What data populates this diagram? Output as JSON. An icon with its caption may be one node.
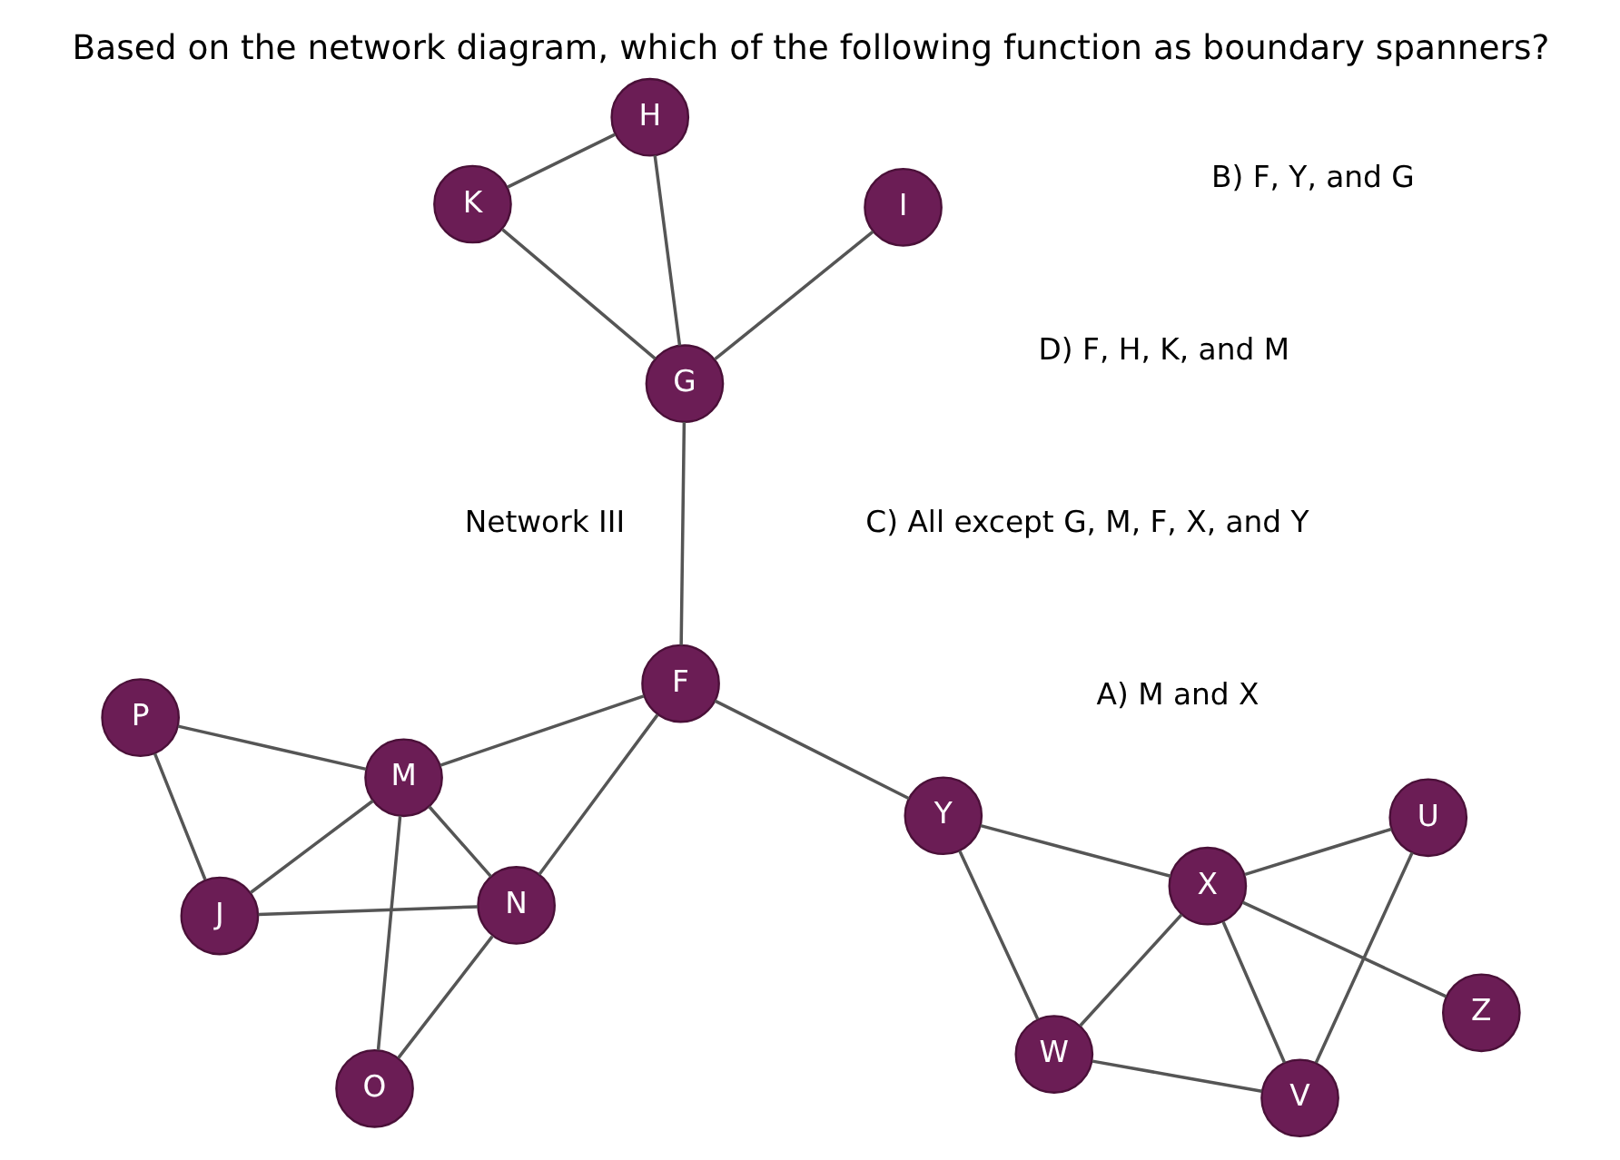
{
  "diagram": {
    "title": "Based on the network diagram, which of the following function as boundary spanners?",
    "nodes": [
      {
        "text": [
          "P"
        ]
      },
      {
        "text": [
          "Z"
        ]
      },
      {
        "text": [
          "J"
        ]
      },
      {
        "text": [
          "F"
        ]
      },
      {
        "text": [
          "Y"
        ]
      },
      {
        "text": [
          "U"
        ]
      },
      {
        "text": [
          "M"
        ]
      },
      {
        "text": [
          "X"
        ]
      },
      {
        "text": [
          "N"
        ]
      },
      {
        "text": [
          "O"
        ]
      },
      {
        "text": [
          "W"
        ]
      },
      {
        "text": [
          "V"
        ]
      },
      {
        "text": [
          "G"
        ]
      },
      {
        "text": [
          "H"
        ]
      },
      {
        "text": [
          "K"
        ]
      },
      {
        "text": [
          "I"
        ]
      }
    ],
    "edges": [
      {
        "from": 2,
        "to": 0,
        "arrow": "none"
      },
      {
        "from": 0,
        "to": 6,
        "arrow": "none"
      },
      {
        "from": 2,
        "to": 6,
        "arrow": "none"
      },
      {
        "from": 6,
        "to": 3,
        "arrow": "none"
      },
      {
        "from": 2,
        "to": 8,
        "arrow": "none"
      },
      {
        "from": 6,
        "to": 8,
        "arrow": "none"
      },
      {
        "from": 6,
        "to": 9,
        "arrow": "none"
      },
      {
        "from": 8,
        "to": 9,
        "arrow": "none"
      },
      {
        "from": 8,
        "to": 3,
        "arrow": "none"
      },
      {
        "from": 3,
        "to": 4,
        "arrow": "none"
      },
      {
        "from": 3,
        "to": 12,
        "arrow": "none"
      },
      {
        "from": 12,
        "to": 13,
        "arrow": "none"
      },
      {
        "from": 12,
        "to": 14,
        "arrow": "none"
      },
      {
        "from": 12,
        "to": 15,
        "arrow": "none"
      },
      {
        "from": 14,
        "to": 13,
        "arrow": "none"
      },
      {
        "from": 4,
        "to": 7,
        "arrow": "none"
      },
      {
        "from": 1,
        "to": 7,
        "arrow": "none"
      },
      {
        "from": 7,
        "to": 5,
        "arrow": "none"
      },
      {
        "from": 4,
        "to": 10,
        "arrow": "none"
      },
      {
        "from": 7,
        "to": 10,
        "arrow": "none"
      },
      {
        "from": 7,
        "to": 11,
        "arrow": "none"
      },
      {
        "from": 10,
        "to": 11,
        "arrow": "none"
      },
      {
        "from": 5,
        "to": 11,
        "arrow": "none"
      }
    ],
    "labels": [
      "Network III",
      "A) M and X",
      "B) F, Y, and G",
      "C) All except G, M, F, X, and Y",
      "D) F, H, K, and M"
    ]
  }
}
